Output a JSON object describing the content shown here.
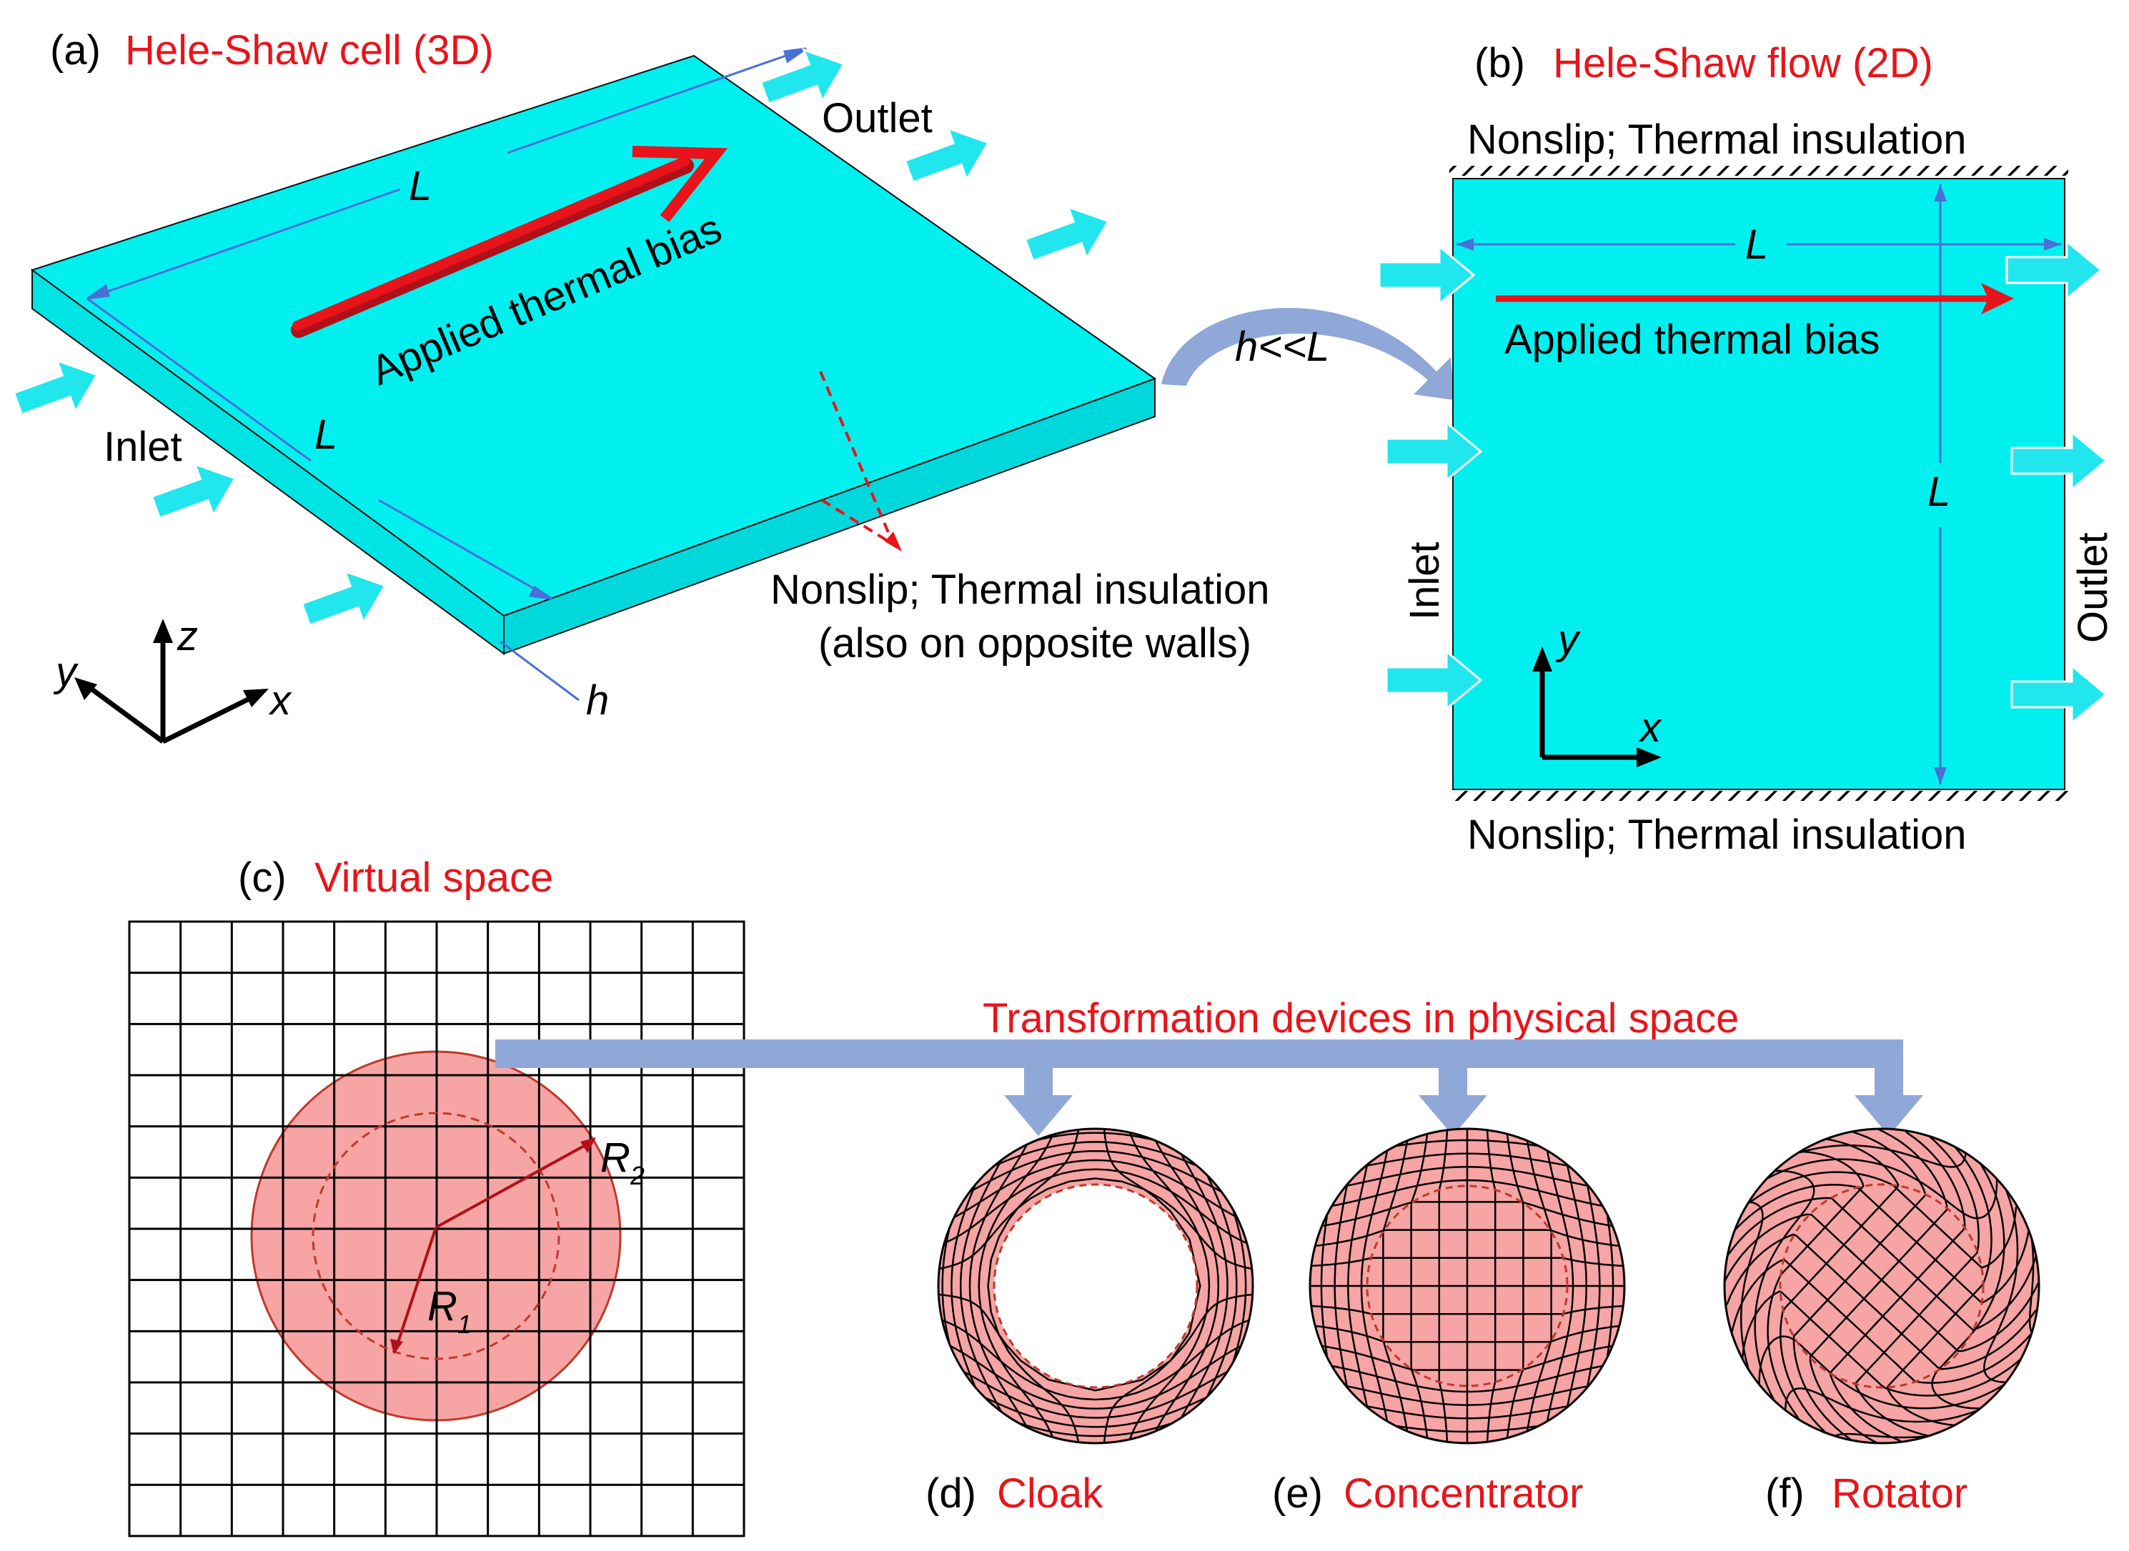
{
  "colors": {
    "cyan": "#00f0f0",
    "arrow_cyan": "#22e6ee",
    "red": "#e8141b",
    "pink": "#f7a4a4",
    "blue_line": "#4a6fd6",
    "blue_arrow": "#8fa8d8"
  },
  "panel_a": {
    "tag": "(a)",
    "title": "Hele-Shaw cell (3D)",
    "outlet": "Outlet",
    "inlet": "Inlet",
    "dim_top": "L",
    "dim_left": "L",
    "dim_h": "h",
    "bias": "Applied thermal bias",
    "wall_note_1": "Nonslip; Thermal insulation",
    "wall_note_2": "(also on opposite walls)",
    "axis_x": "x",
    "axis_y": "y",
    "axis_z": "z"
  },
  "connector": {
    "label": "h<<L"
  },
  "panel_b": {
    "tag": "(b)",
    "title": "Hele-Shaw flow (2D)",
    "wall_top": "Nonslip; Thermal insulation",
    "wall_bottom": "Nonslip; Thermal insulation",
    "dim_top": "L",
    "dim_right": "L",
    "bias": "Applied thermal bias",
    "inlet": "Inlet",
    "outlet": "Outlet",
    "axis_x": "x",
    "axis_y": "y"
  },
  "panel_c": {
    "tag": "(c)",
    "title": "Virtual space",
    "r1": "R",
    "r1_sub": "1",
    "r2": "R",
    "r2_sub": "2"
  },
  "devices": {
    "header": "Transformation devices in physical space",
    "items": [
      {
        "tag": "(d)",
        "name": "Cloak"
      },
      {
        "tag": "(e)",
        "name": "Concentrator"
      },
      {
        "tag": "(f)",
        "name": "Rotator"
      }
    ]
  }
}
